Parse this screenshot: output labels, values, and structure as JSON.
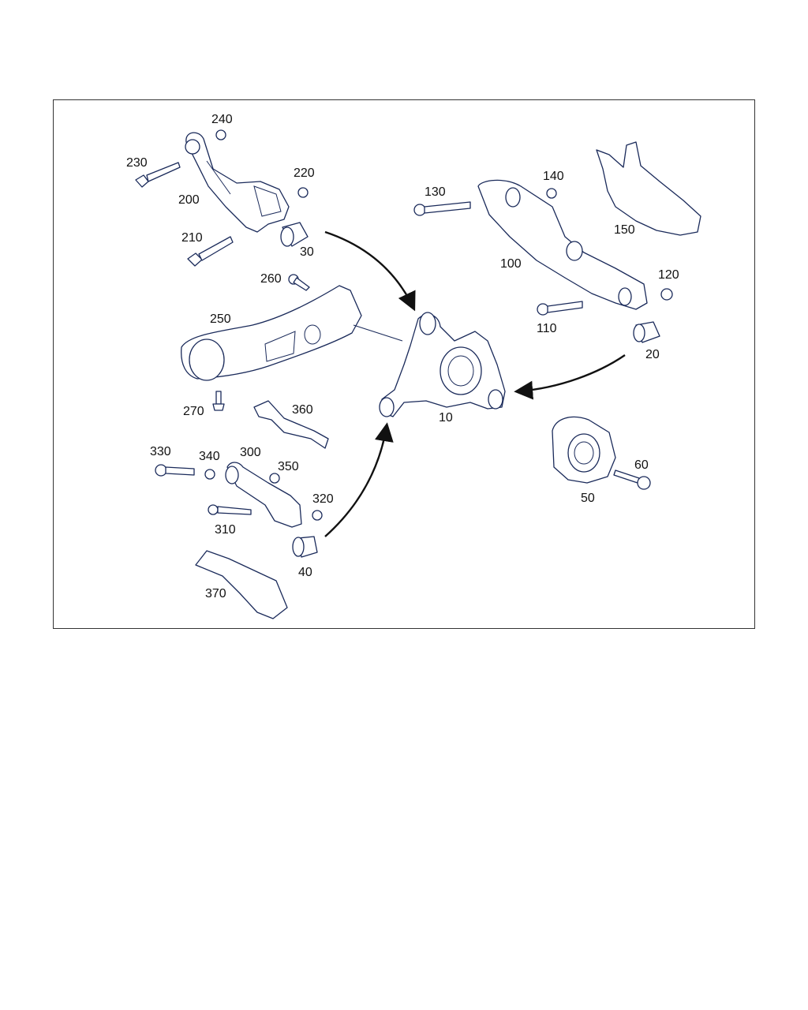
{
  "diagram": {
    "labels": {
      "p10": "10",
      "p20": "20",
      "p30": "30",
      "p40": "40",
      "p50": "50",
      "p60": "60",
      "p100": "100",
      "p110": "110",
      "p120": "120",
      "p130": "130",
      "p140": "140",
      "p150": "150",
      "p200": "200",
      "p210": "210",
      "p220": "220",
      "p230": "230",
      "p240": "240",
      "p250": "250",
      "p260": "260",
      "p270": "270",
      "p300": "300",
      "p310": "310",
      "p320": "320",
      "p330": "330",
      "p340": "340",
      "p350": "350",
      "p360": "360",
      "p370": "370"
    },
    "colors": {
      "line": "#1a2a5a",
      "arrow": "#111111",
      "frame": "#333333"
    }
  }
}
